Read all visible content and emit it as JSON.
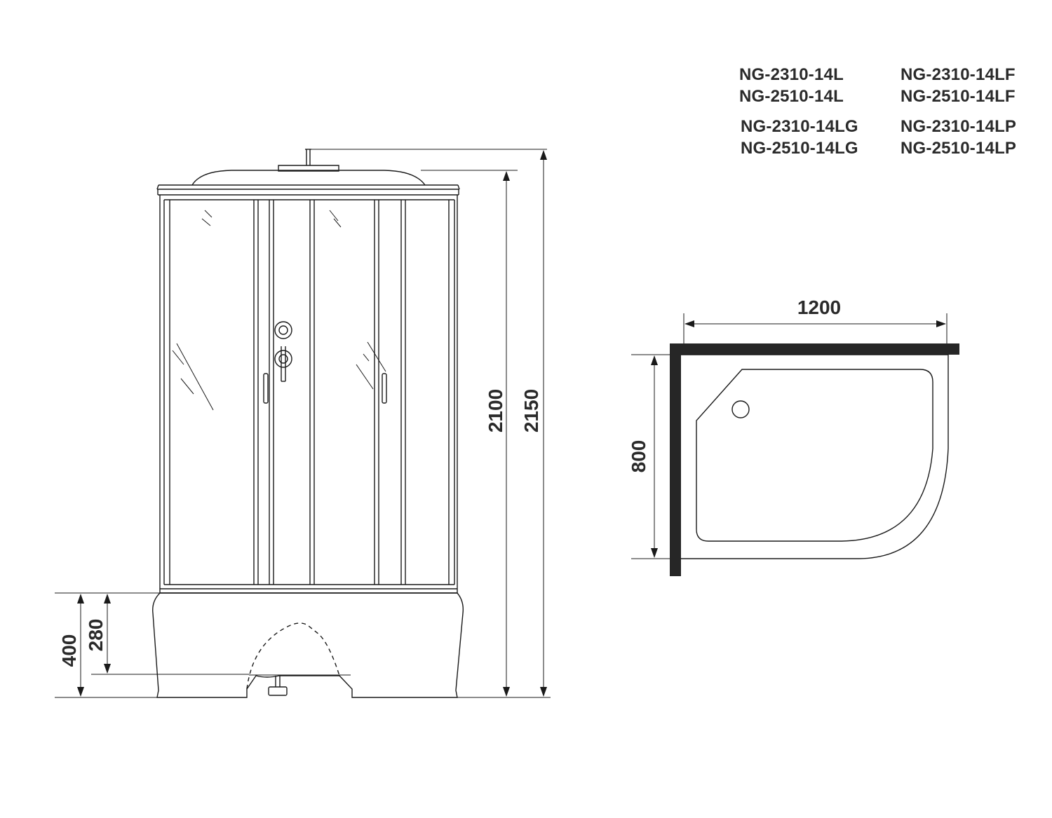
{
  "models": [
    "NG-2310-14L",
    "NG-2310-14LF",
    "NG-2510-14L",
    "NG-2510-14LF",
    "NG-2310-14LG",
    "NG-2310-14LP",
    "NG-2510-14LG",
    "NG-2510-14LP"
  ],
  "dimensions": {
    "width": "1200",
    "depth": "800",
    "height_cabin": "2100",
    "height_total": "2150",
    "tray_height": "400",
    "tray_step": "280"
  },
  "colors": {
    "line": "#1a1a1a",
    "text": "#2a2a2a",
    "wall": "#262626"
  }
}
